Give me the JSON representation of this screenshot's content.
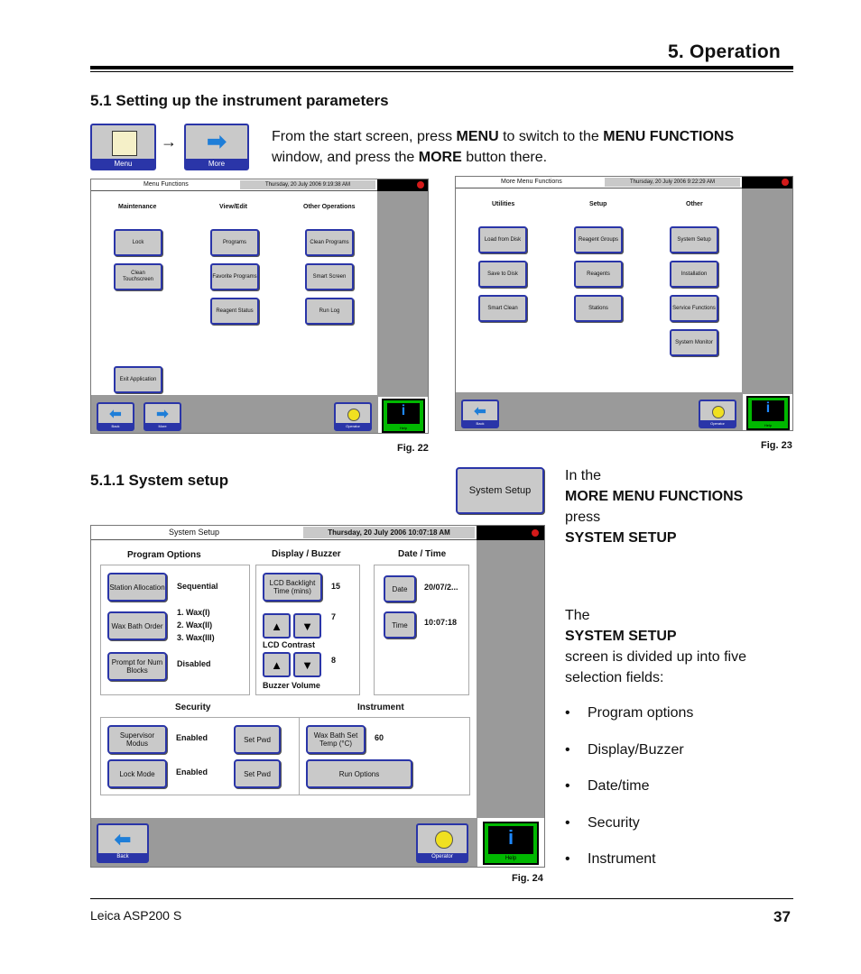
{
  "header": {
    "chapter": "5.    Operation"
  },
  "section": {
    "title": "5.1    Setting up the instrument parameters"
  },
  "intro": {
    "menu_button_label": "Menu",
    "more_button_label": "More",
    "text_1": "From the start screen, press ",
    "bold_1": "MENU",
    "text_2": " to switch to the ",
    "bold_2": "MENU FUNCTIONS",
    "text_3": "window, and press the ",
    "bold_3": "MORE",
    "text_4": " button there."
  },
  "fig22": {
    "caption": "Fig. 22",
    "title": "Menu Functions",
    "datetime": "Thursday, 20 July 2006 9:19:38 AM",
    "columns": [
      "Maintenance",
      "View/Edit",
      "Other Operations"
    ],
    "buttons": [
      "Lock",
      "Clean Touchscreen",
      "Programs",
      "Favorite Programs",
      "Reagent Status",
      "Clean Programs",
      "Smart Screen",
      "Run Log",
      "Exit Application"
    ],
    "nav": {
      "back": "Back",
      "more": "More",
      "operator": "Operator",
      "help": "Help"
    }
  },
  "fig23": {
    "caption": "Fig. 23",
    "title": "More Menu Functions",
    "datetime": "Thursday, 20 July 2006 9:22:29 AM",
    "columns": [
      "Utilities",
      "Setup",
      "Other"
    ],
    "buttons": [
      "Load from Disk",
      "Save to Disk",
      "Smart Clean",
      "Reagent Groups",
      "Reagents",
      "Stations",
      "System Setup",
      "Installation",
      "Service Functions",
      "System Monitor"
    ],
    "nav": {
      "back": "Back",
      "operator": "Operator",
      "help": "Help"
    }
  },
  "subsection": {
    "title": "5.1.1 System setup",
    "button_label": "System Setup"
  },
  "right_text": {
    "p1_a": "In the",
    "p1_b": "MORE MENU FUNCTIONS",
    "p1_c": "press",
    "p1_d": "SYSTEM SETUP",
    "p2_a": "The",
    "p2_b": "SYSTEM SETUP",
    "p2_c": "screen is divided up into five selection fields:",
    "bullets": [
      "Program options",
      "Display/Buzzer",
      "Date/time",
      "Security",
      "Instrument"
    ]
  },
  "fig24": {
    "caption": "Fig. 24",
    "title": "System Setup",
    "datetime": "Thursday, 20 July 2006 10:07:18 AM",
    "program_options": {
      "heading": "Program Options",
      "station_allocation": "Station Allocation",
      "station_value": "Sequential",
      "wax_bath_order": "Wax Bath Order",
      "wax_values": [
        "1. Wax(I)",
        "2. Wax(II)",
        "3. Wax(III)"
      ],
      "prompt_num_blocks": "Prompt for Num Blocks",
      "prompt_value": "Disabled"
    },
    "display_buzzer": {
      "heading": "Display / Buzzer",
      "lcd_backlight": "LCD Backlight Time (mins)",
      "lcd_backlight_value": "15",
      "contrast_value": "7",
      "contrast_label": "LCD Contrast",
      "volume_value": "8",
      "volume_label": "Buzzer Volume"
    },
    "date_time": {
      "heading": "Date / Time",
      "date_btn": "Date",
      "date_value": "20/07/2...",
      "time_btn": "Time",
      "time_value": "10:07:18"
    },
    "security": {
      "heading": "Security",
      "supervisor": "Supervisor Modus",
      "supervisor_value": "Enabled",
      "lock_mode": "Lock Mode",
      "lock_value": "Enabled",
      "set_pwd": "Set Pwd"
    },
    "instrument": {
      "heading": "Instrument",
      "wax_bath_set": "Wax Bath Set Temp (°C)",
      "wax_bath_value": "60",
      "run_options": "Run Options"
    },
    "nav": {
      "back": "Back",
      "operator": "Operator",
      "help": "Help"
    }
  },
  "footer": {
    "product": "Leica ASP200 S",
    "page": "37"
  }
}
